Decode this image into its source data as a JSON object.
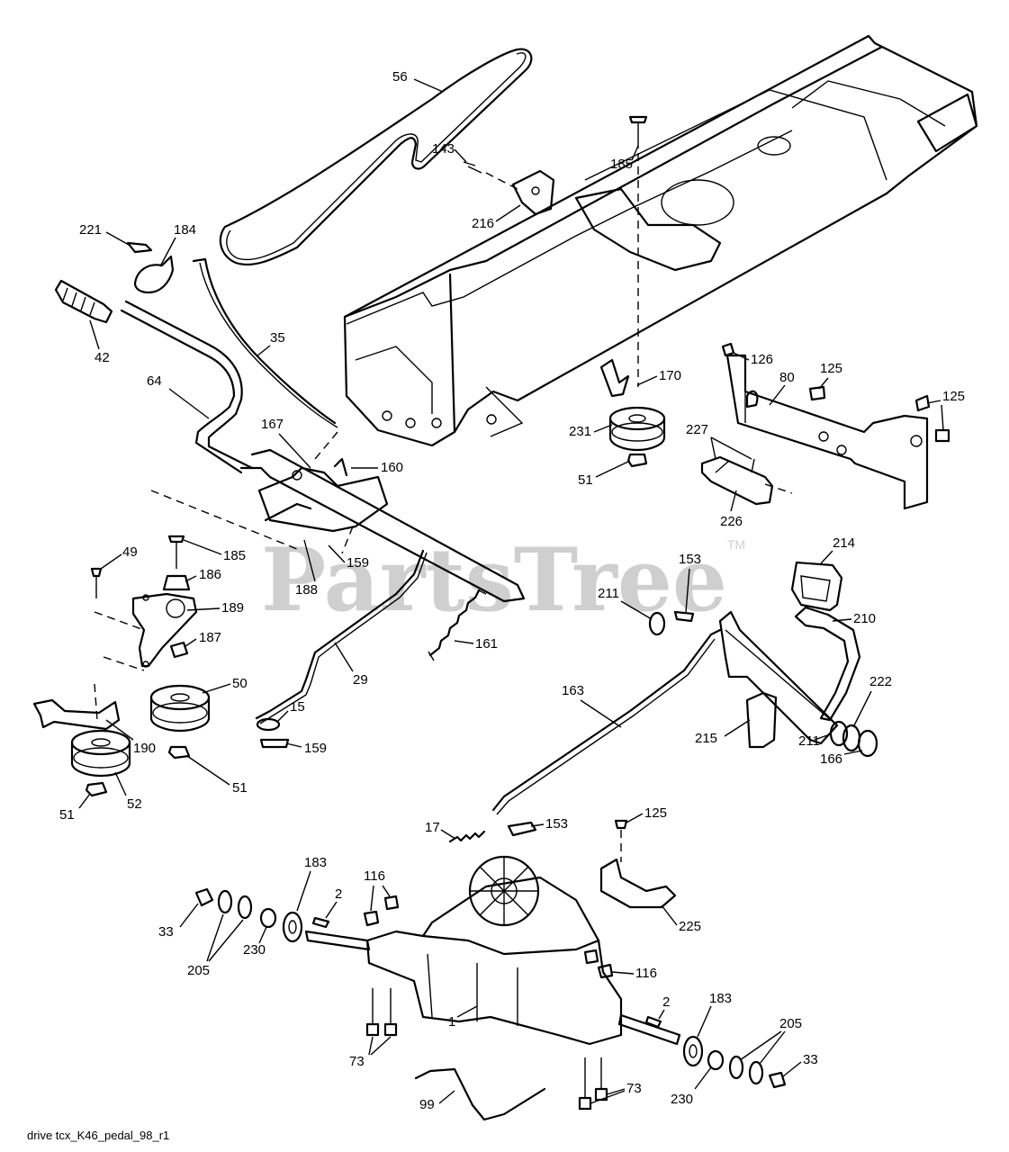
{
  "watermark": {
    "text": "PartsTree",
    "tm": "TM"
  },
  "caption": "drive tcx_K46_pedal_98_r1",
  "labels": [
    {
      "id": "56",
      "text": "56"
    },
    {
      "id": "185a",
      "text": "185"
    },
    {
      "id": "143",
      "text": "143"
    },
    {
      "id": "216",
      "text": "216"
    },
    {
      "id": "221",
      "text": "221"
    },
    {
      "id": "184",
      "text": "184"
    },
    {
      "id": "42",
      "text": "42"
    },
    {
      "id": "35",
      "text": "35"
    },
    {
      "id": "64",
      "text": "64"
    },
    {
      "id": "167",
      "text": "167"
    },
    {
      "id": "160",
      "text": "160"
    },
    {
      "id": "126",
      "text": "126"
    },
    {
      "id": "80",
      "text": "80"
    },
    {
      "id": "125a",
      "text": "125"
    },
    {
      "id": "125b",
      "text": "125"
    },
    {
      "id": "170",
      "text": "170"
    },
    {
      "id": "227",
      "text": "227"
    },
    {
      "id": "231",
      "text": "231"
    },
    {
      "id": "51a",
      "text": "51"
    },
    {
      "id": "226",
      "text": "226"
    },
    {
      "id": "49",
      "text": "49"
    },
    {
      "id": "185b",
      "text": "185"
    },
    {
      "id": "186",
      "text": "186"
    },
    {
      "id": "189",
      "text": "189"
    },
    {
      "id": "187",
      "text": "187"
    },
    {
      "id": "188",
      "text": "188"
    },
    {
      "id": "159a",
      "text": "159"
    },
    {
      "id": "214",
      "text": "214"
    },
    {
      "id": "153a",
      "text": "153"
    },
    {
      "id": "211a",
      "text": "211"
    },
    {
      "id": "210",
      "text": "210"
    },
    {
      "id": "161",
      "text": "161"
    },
    {
      "id": "29",
      "text": "29"
    },
    {
      "id": "50",
      "text": "50"
    },
    {
      "id": "15",
      "text": "15"
    },
    {
      "id": "159b",
      "text": "159"
    },
    {
      "id": "163",
      "text": "163"
    },
    {
      "id": "222",
      "text": "222"
    },
    {
      "id": "215",
      "text": "215"
    },
    {
      "id": "211b",
      "text": "211"
    },
    {
      "id": "166",
      "text": "166"
    },
    {
      "id": "190",
      "text": "190"
    },
    {
      "id": "51b",
      "text": "51"
    },
    {
      "id": "52",
      "text": "52"
    },
    {
      "id": "51c",
      "text": "51"
    },
    {
      "id": "17",
      "text": "17"
    },
    {
      "id": "153b",
      "text": "153"
    },
    {
      "id": "125c",
      "text": "125"
    },
    {
      "id": "183a",
      "text": "183"
    },
    {
      "id": "116a",
      "text": "116"
    },
    {
      "id": "2a",
      "text": "2"
    },
    {
      "id": "33a",
      "text": "33"
    },
    {
      "id": "225",
      "text": "225"
    },
    {
      "id": "205a",
      "text": "205"
    },
    {
      "id": "230a",
      "text": "230"
    },
    {
      "id": "116b",
      "text": "116"
    },
    {
      "id": "2b",
      "text": "2"
    },
    {
      "id": "183b",
      "text": "183"
    },
    {
      "id": "205b",
      "text": "205"
    },
    {
      "id": "1",
      "text": "1"
    },
    {
      "id": "73a",
      "text": "73"
    },
    {
      "id": "33b",
      "text": "33"
    },
    {
      "id": "73b",
      "text": "73"
    },
    {
      "id": "99",
      "text": "99"
    },
    {
      "id": "230b",
      "text": "230"
    }
  ]
}
